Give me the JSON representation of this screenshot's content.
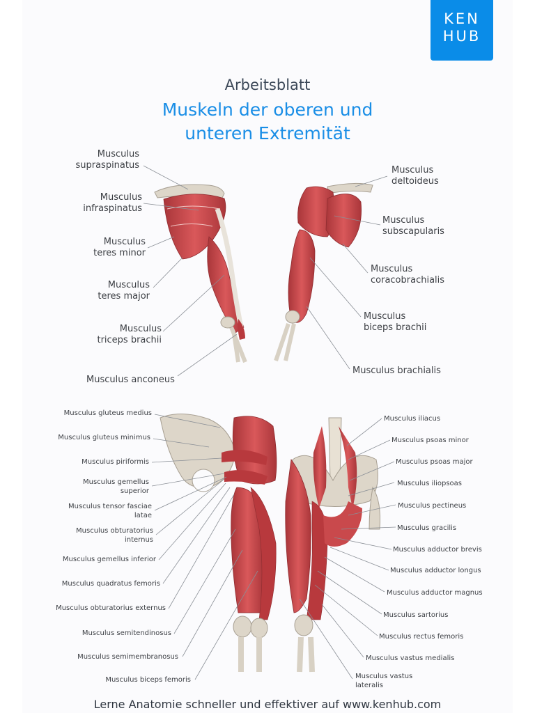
{
  "logo": {
    "line1": "KEN",
    "line2": "HUB"
  },
  "header": {
    "subtitle": "Arbeitsblatt",
    "title_line1": "Muskeln der oberen und",
    "title_line2": "unteren Extremität"
  },
  "upper_left_labels": [
    {
      "l1": "Musculus",
      "l2": "supraspinatus"
    },
    {
      "l1": "Musculus",
      "l2": "infraspinatus"
    },
    {
      "l1": "Musculus",
      "l2": "teres minor"
    },
    {
      "l1": "Musculus",
      "l2": "teres major"
    },
    {
      "l1": "Musculus",
      "l2": "triceps brachii"
    },
    {
      "l1": "Musculus anconeus",
      "l2": ""
    }
  ],
  "upper_right_labels": [
    {
      "l1": "Musculus",
      "l2": "deltoideus"
    },
    {
      "l1": "Musculus",
      "l2": "subscapularis"
    },
    {
      "l1": "Musculus",
      "l2": "coracobrachialis"
    },
    {
      "l1": "Musculus",
      "l2": "biceps brachii"
    },
    {
      "l1": "Musculus brachialis",
      "l2": ""
    }
  ],
  "lower_left_labels": [
    {
      "l1": "Musculus gluteus medius",
      "l2": ""
    },
    {
      "l1": "Musculus gluteus minimus",
      "l2": ""
    },
    {
      "l1": "Musculus piriformis",
      "l2": ""
    },
    {
      "l1": "Musculus gemellus",
      "l2": "superior"
    },
    {
      "l1": "Musculus tensor fasciae",
      "l2": "latae"
    },
    {
      "l1": "Musculus obturatorius",
      "l2": "internus"
    },
    {
      "l1": "Musculus gemellus inferior",
      "l2": ""
    },
    {
      "l1": "Musculus quadratus femoris",
      "l2": ""
    },
    {
      "l1": "Musculus obturatorius externus",
      "l2": ""
    },
    {
      "l1": "Musculus semitendinosus",
      "l2": ""
    },
    {
      "l1": "Musculus semimembranosus",
      "l2": ""
    },
    {
      "l1": "Musculus biceps femoris",
      "l2": ""
    }
  ],
  "lower_right_labels": [
    {
      "l1": "Musculus iliacus",
      "l2": ""
    },
    {
      "l1": "Musculus psoas minor",
      "l2": ""
    },
    {
      "l1": "Musculus psoas major",
      "l2": ""
    },
    {
      "l1": "Musculus iliopsoas",
      "l2": ""
    },
    {
      "l1": "Musculus pectineus",
      "l2": ""
    },
    {
      "l1": "Musculus gracilis",
      "l2": ""
    },
    {
      "l1": "Musculus adductor brevis",
      "l2": ""
    },
    {
      "l1": "Musculus adductor longus",
      "l2": ""
    },
    {
      "l1": "Musculus adductor magnus",
      "l2": ""
    },
    {
      "l1": "Musculus sartorius",
      "l2": ""
    },
    {
      "l1": "Musculus rectus femoris",
      "l2": ""
    },
    {
      "l1": "Musculus vastus medialis",
      "l2": ""
    },
    {
      "l1": "Musculus vastus",
      "l2": "lateralis"
    }
  ],
  "footer": {
    "text": "Lerne Anatomie schneller und effektiver auf www.kenhub.com"
  },
  "colors": {
    "accent": "#1a8ee6",
    "logo_bg": "#0a8ce8",
    "muscle": "#c8474a",
    "bone": "#ddd6c9"
  }
}
